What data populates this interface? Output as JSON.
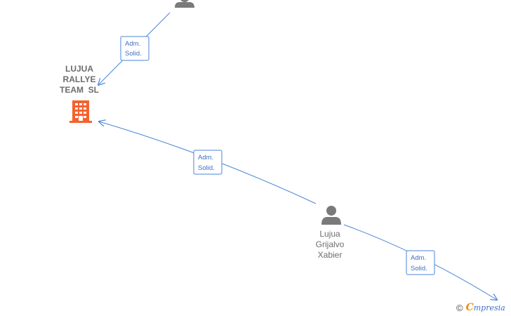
{
  "colors": {
    "edge": "#4a86d8",
    "company_icon": "#f4622e",
    "person_icon": "#7a7a7a",
    "label_text": "#6d6d6d"
  },
  "nodes": {
    "company": {
      "name_lines": [
        "LUJUA",
        "RALLYE",
        "TEAM  SL"
      ],
      "icon": "building-icon"
    },
    "person_main": {
      "name_lines": [
        "Lujua",
        "Grijalvo",
        "Xabier"
      ],
      "icon": "person-icon"
    },
    "person_top": {
      "icon": "person-icon"
    }
  },
  "edges": [
    {
      "label_lines": [
        "Adm.",
        "Solid."
      ]
    },
    {
      "label_lines": [
        "Adm.",
        "Solid."
      ]
    },
    {
      "label_lines": [
        "Adm.",
        "Solid."
      ]
    }
  ],
  "footer": {
    "copyright_symbol": "©",
    "brand_initial": "C",
    "brand_rest": "mpresia"
  }
}
